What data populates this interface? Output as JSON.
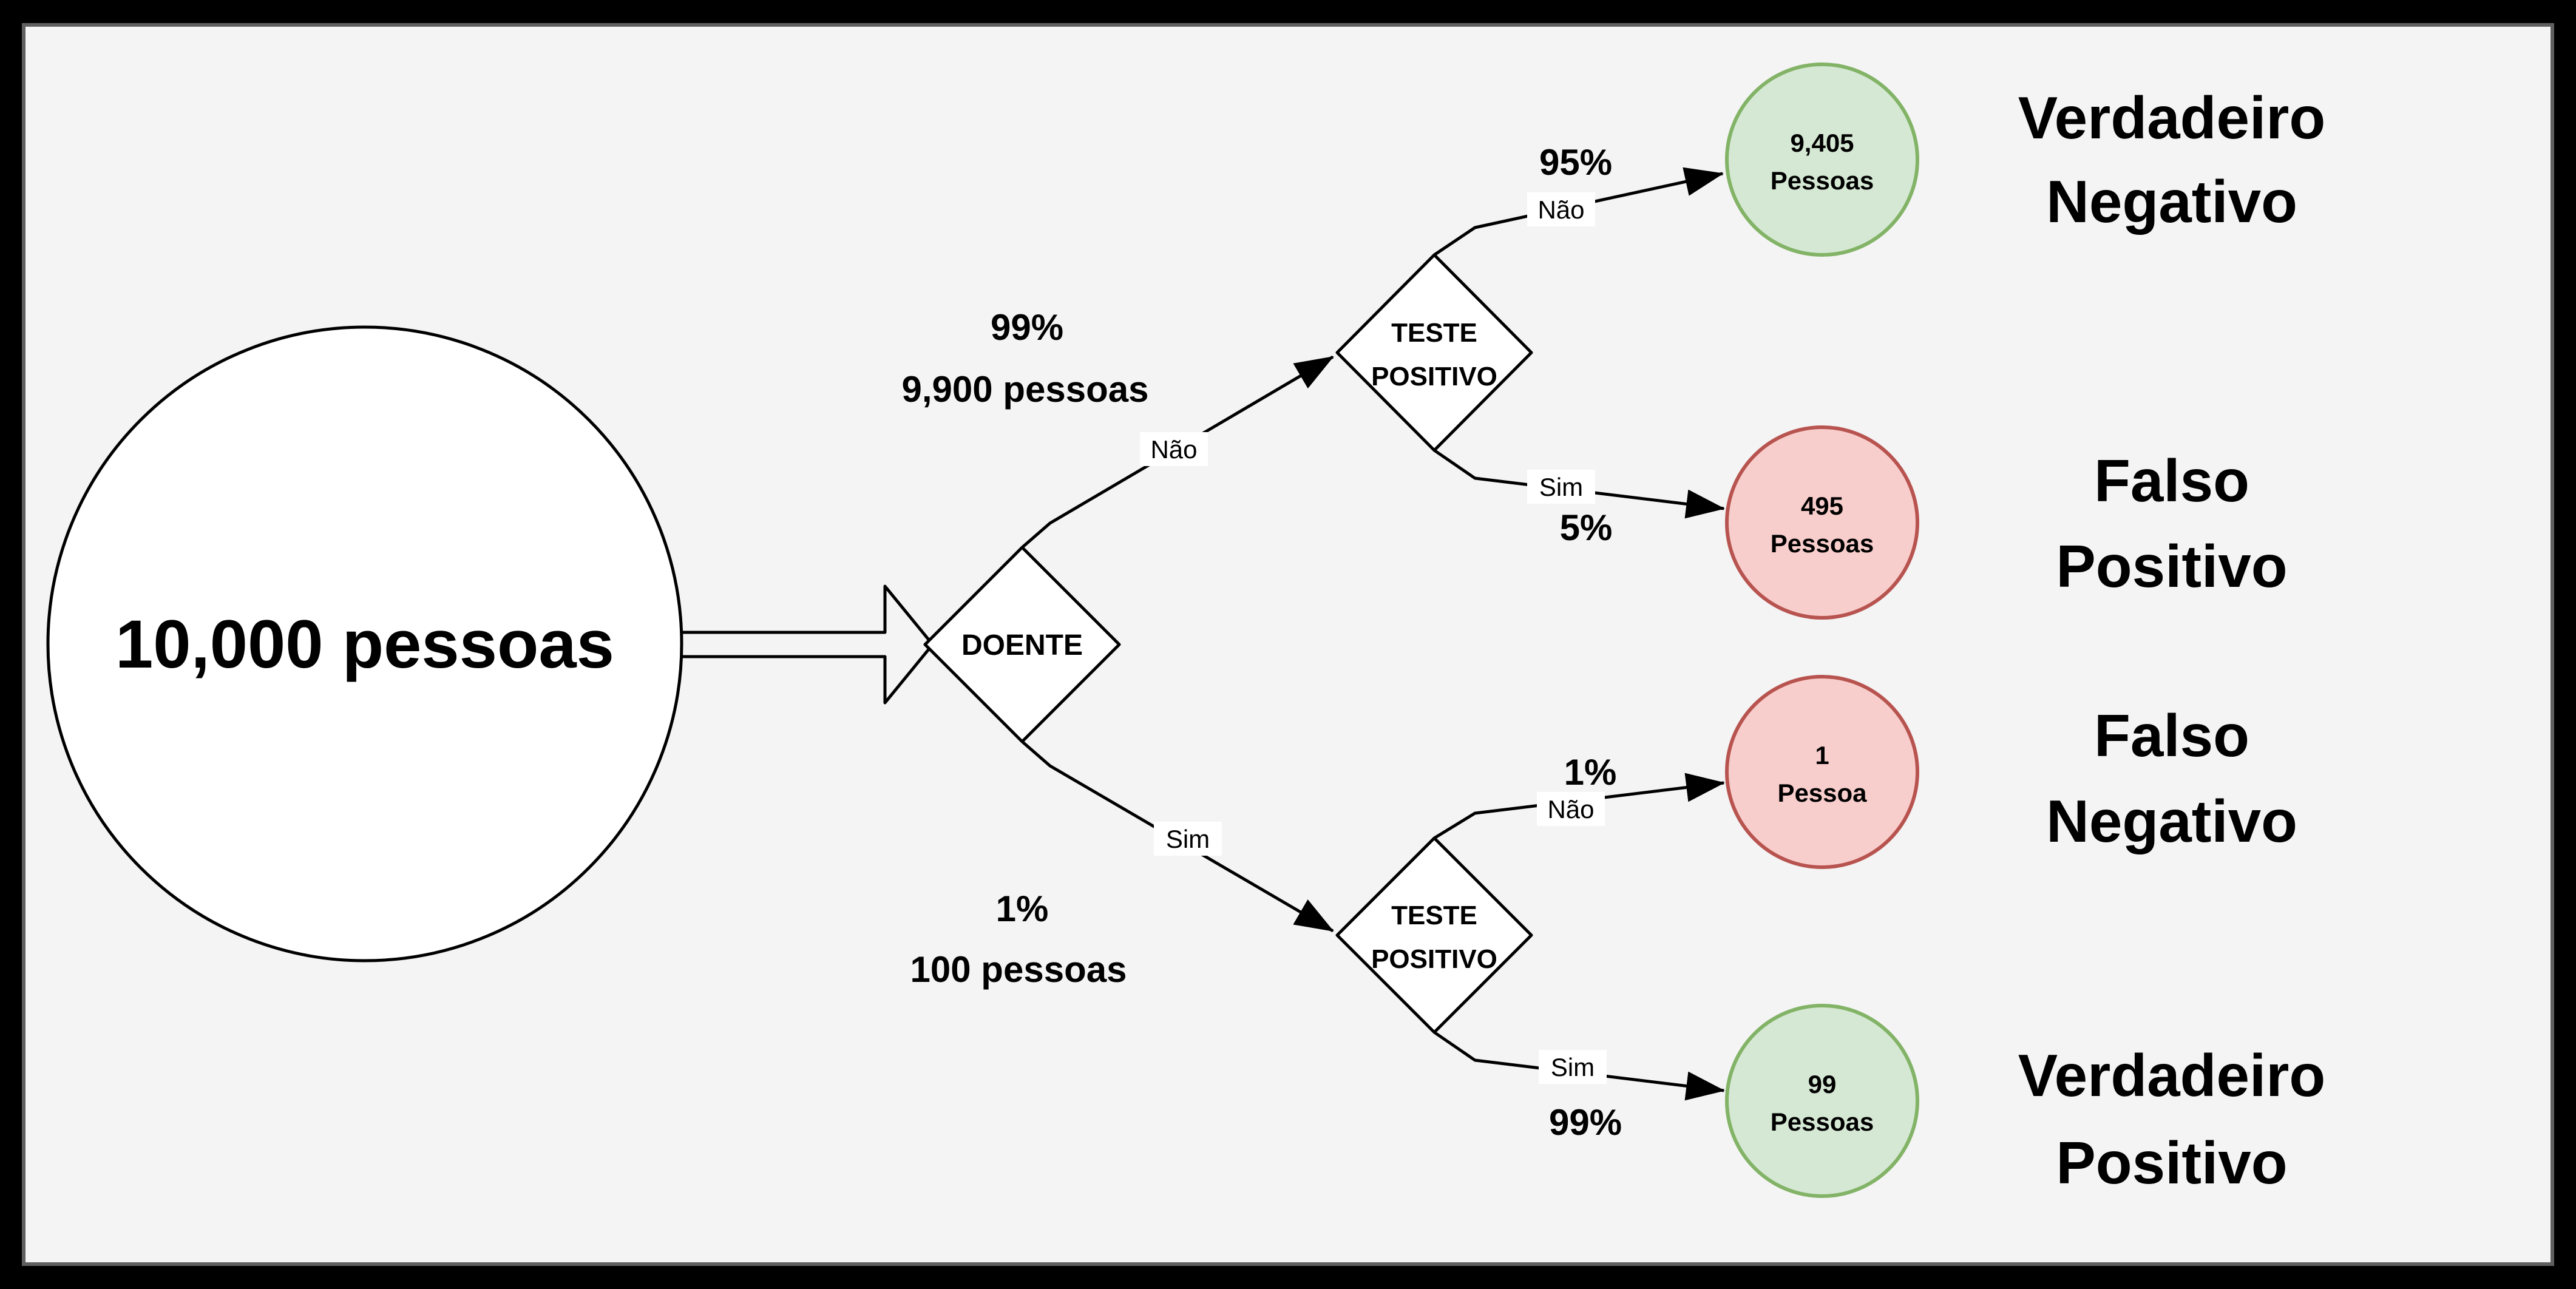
{
  "colors": {
    "frame": "#000000",
    "canvas_border": "#5f5f5f",
    "canvas_bg": "#f4f4f4",
    "line": "#000000",
    "shape_fill": "#ffffff",
    "green_fill": "#d5e8d4",
    "green_stroke": "#82b366",
    "red_fill": "#f8cecc",
    "red_stroke": "#b85450"
  },
  "root_node": {
    "label": "10,000 pessoas"
  },
  "doente_node": {
    "label": "DOENTE"
  },
  "teste_top": {
    "line1": "TESTE",
    "line2": "POSITIVO"
  },
  "teste_bottom": {
    "line1": "TESTE",
    "line2": "POSITIVO"
  },
  "branch_nao": {
    "percent": "99%",
    "count": "9,900 pessoas",
    "edge_label": "Não"
  },
  "branch_sim": {
    "percent": "1%",
    "count": "100 pessoas",
    "edge_label": "Sim"
  },
  "leaf_tn": {
    "edge_label": "Não",
    "percent": "95%",
    "value": "9,405",
    "unit": "Pessoas",
    "outcome1": "Verdadeiro",
    "outcome2": "Negativo"
  },
  "leaf_fp": {
    "edge_label": "Sim",
    "percent": "5%",
    "value": "495",
    "unit": "Pessoas",
    "outcome1": "Falso",
    "outcome2": "Positivo"
  },
  "leaf_fn": {
    "edge_label": "Não",
    "percent": "1%",
    "value": "1",
    "unit": "Pessoa",
    "outcome1": "Falso",
    "outcome2": "Negativo"
  },
  "leaf_vp": {
    "edge_label": "Sim",
    "percent": "99%",
    "value": "99",
    "unit": "Pessoas",
    "outcome1": "Verdadeiro",
    "outcome2": "Positivo"
  }
}
